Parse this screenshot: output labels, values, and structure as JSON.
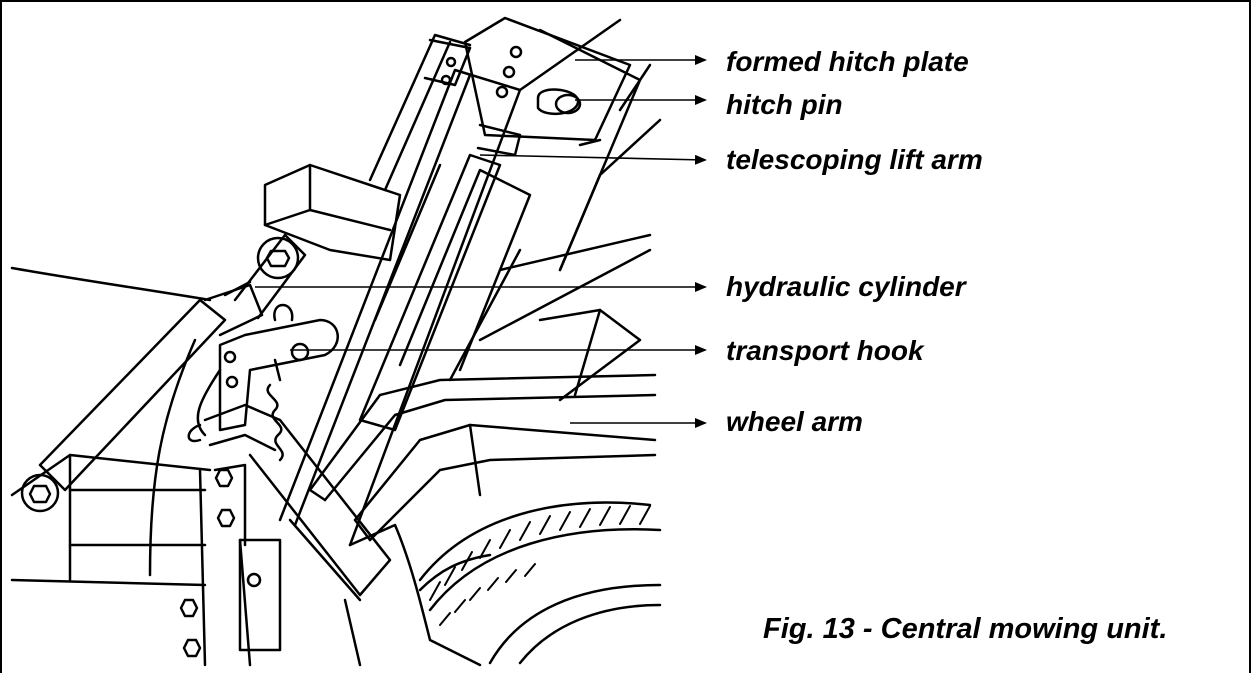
{
  "figure": {
    "caption": "Fig. 13 - Central mowing unit.",
    "labels": [
      {
        "id": "formed-hitch-plate",
        "text": "formed hitch plate"
      },
      {
        "id": "hitch-pin",
        "text": "hitch pin"
      },
      {
        "id": "telescoping-lift-arm",
        "text": "telescoping lift arm"
      },
      {
        "id": "hydraulic-cylinder",
        "text": "hydraulic cylinder"
      },
      {
        "id": "transport-hook",
        "text": "transport hook"
      },
      {
        "id": "wheel-arm",
        "text": "wheel arm"
      }
    ]
  }
}
